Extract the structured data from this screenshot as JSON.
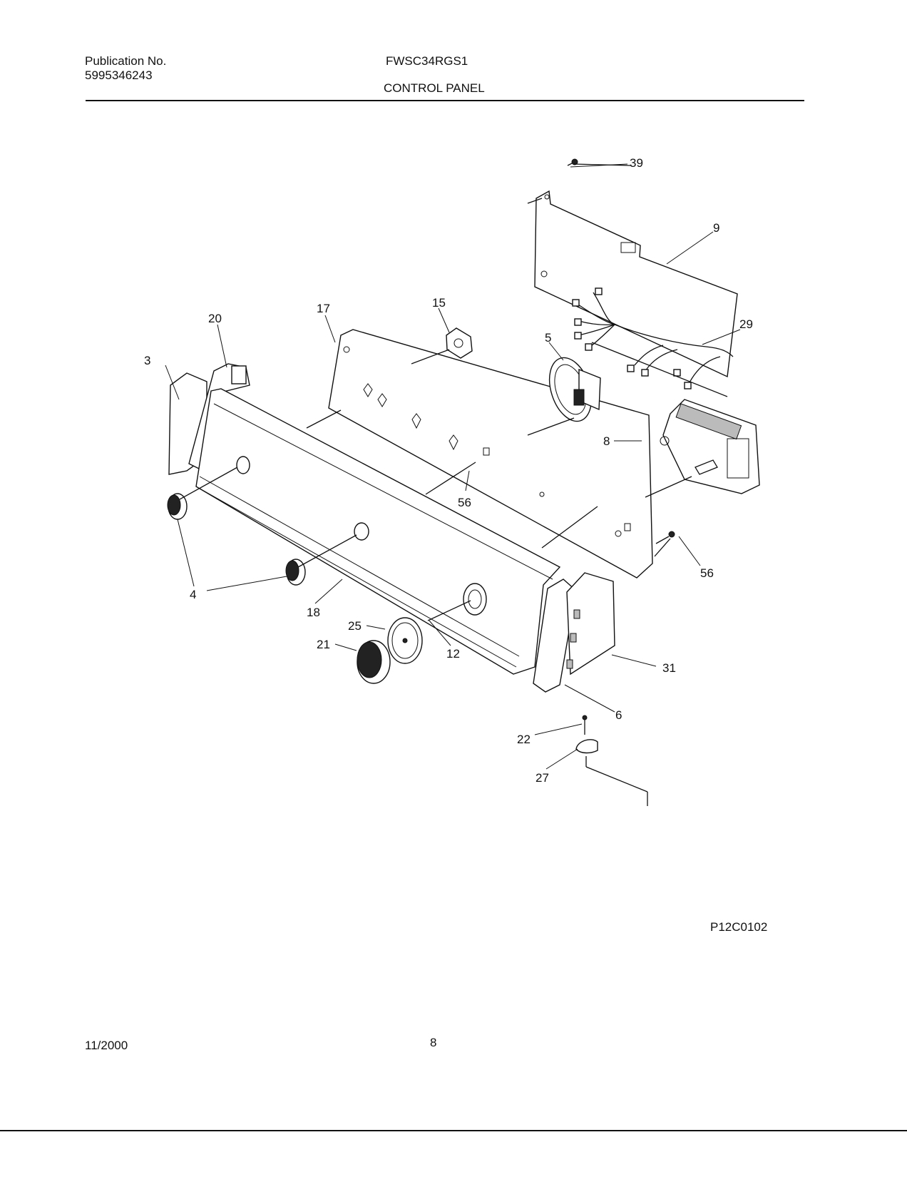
{
  "header": {
    "publication_label": "Publication No.",
    "publication_number": "5995346243",
    "model": "FWSC34RGS1",
    "section_title": "CONTROL PANEL"
  },
  "diagram_code": "P12C0102",
  "footer": {
    "date": "11/2000",
    "page_number": "8"
  },
  "callouts": {
    "c39": "39",
    "c9": "9",
    "c29": "29",
    "c15": "15",
    "c17": "17",
    "c20": "20",
    "c3": "3",
    "c5": "5",
    "c8": "8",
    "c56a": "56",
    "c56b": "56",
    "c4": "4",
    "c18": "18",
    "c25": "25",
    "c21": "21",
    "c12": "12",
    "c31": "31",
    "c6": "6",
    "c22": "22",
    "c27": "27"
  }
}
